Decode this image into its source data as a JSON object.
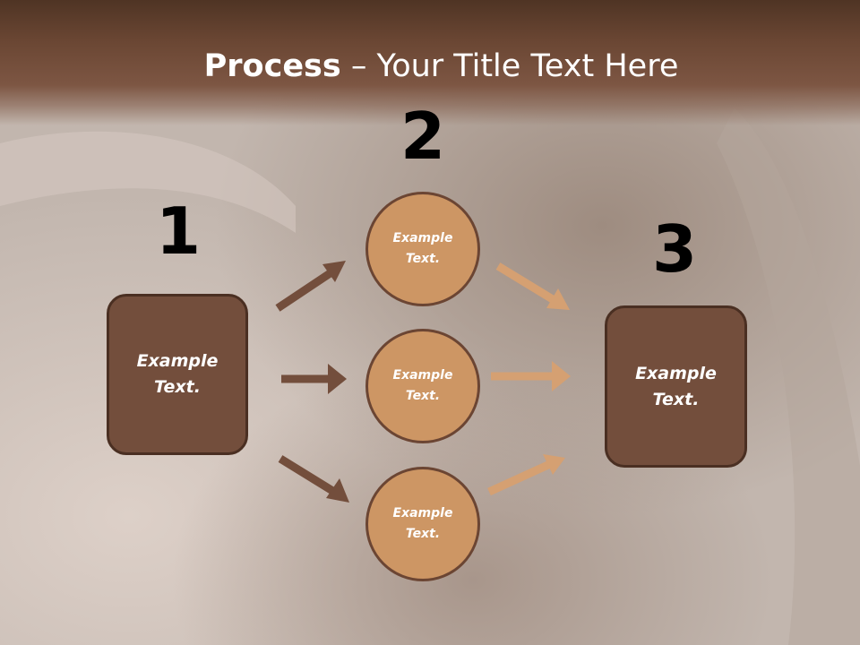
{
  "slide": {
    "title_bold": "Process",
    "title_rest": " – Your Title Text Here"
  },
  "steps": {
    "step1": {
      "number": "1",
      "text": "Example\nText."
    },
    "step2": {
      "number": "2",
      "items": [
        {
          "text": "Example\nText."
        },
        {
          "text": "Example\nText."
        },
        {
          "text": "Example\nText."
        }
      ]
    },
    "step3": {
      "number": "3",
      "text": "Example\nText."
    }
  },
  "colors": {
    "title_bar": "#6a4633",
    "box_fill": "#734e3c",
    "circle_fill": "#cd9664",
    "arrow_dark": "#734e3c",
    "arrow_light": "#d5a072"
  }
}
